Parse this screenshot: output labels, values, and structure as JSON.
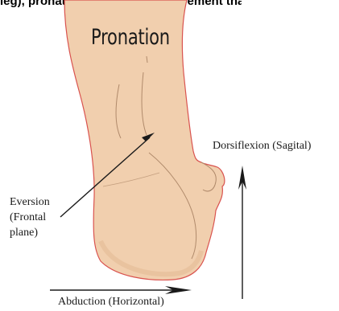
{
  "caption_top": "leg), pronation is a triplanar movement that comprises of",
  "title": "Pronation",
  "labels": {
    "dorsiflexion": "Dorsiflexion (Sagital)",
    "eversion_line1": "Eversion",
    "eversion_line2": "(Frontal",
    "eversion_line3": "plane)",
    "abduction": "Abduction (Horizontal)"
  },
  "colors": {
    "skin": "#f1cfae",
    "skin_shadow": "#e5bd98",
    "outline": "#d9534f",
    "contour": "#b08a6b",
    "arrow": "#1a1a1a"
  }
}
